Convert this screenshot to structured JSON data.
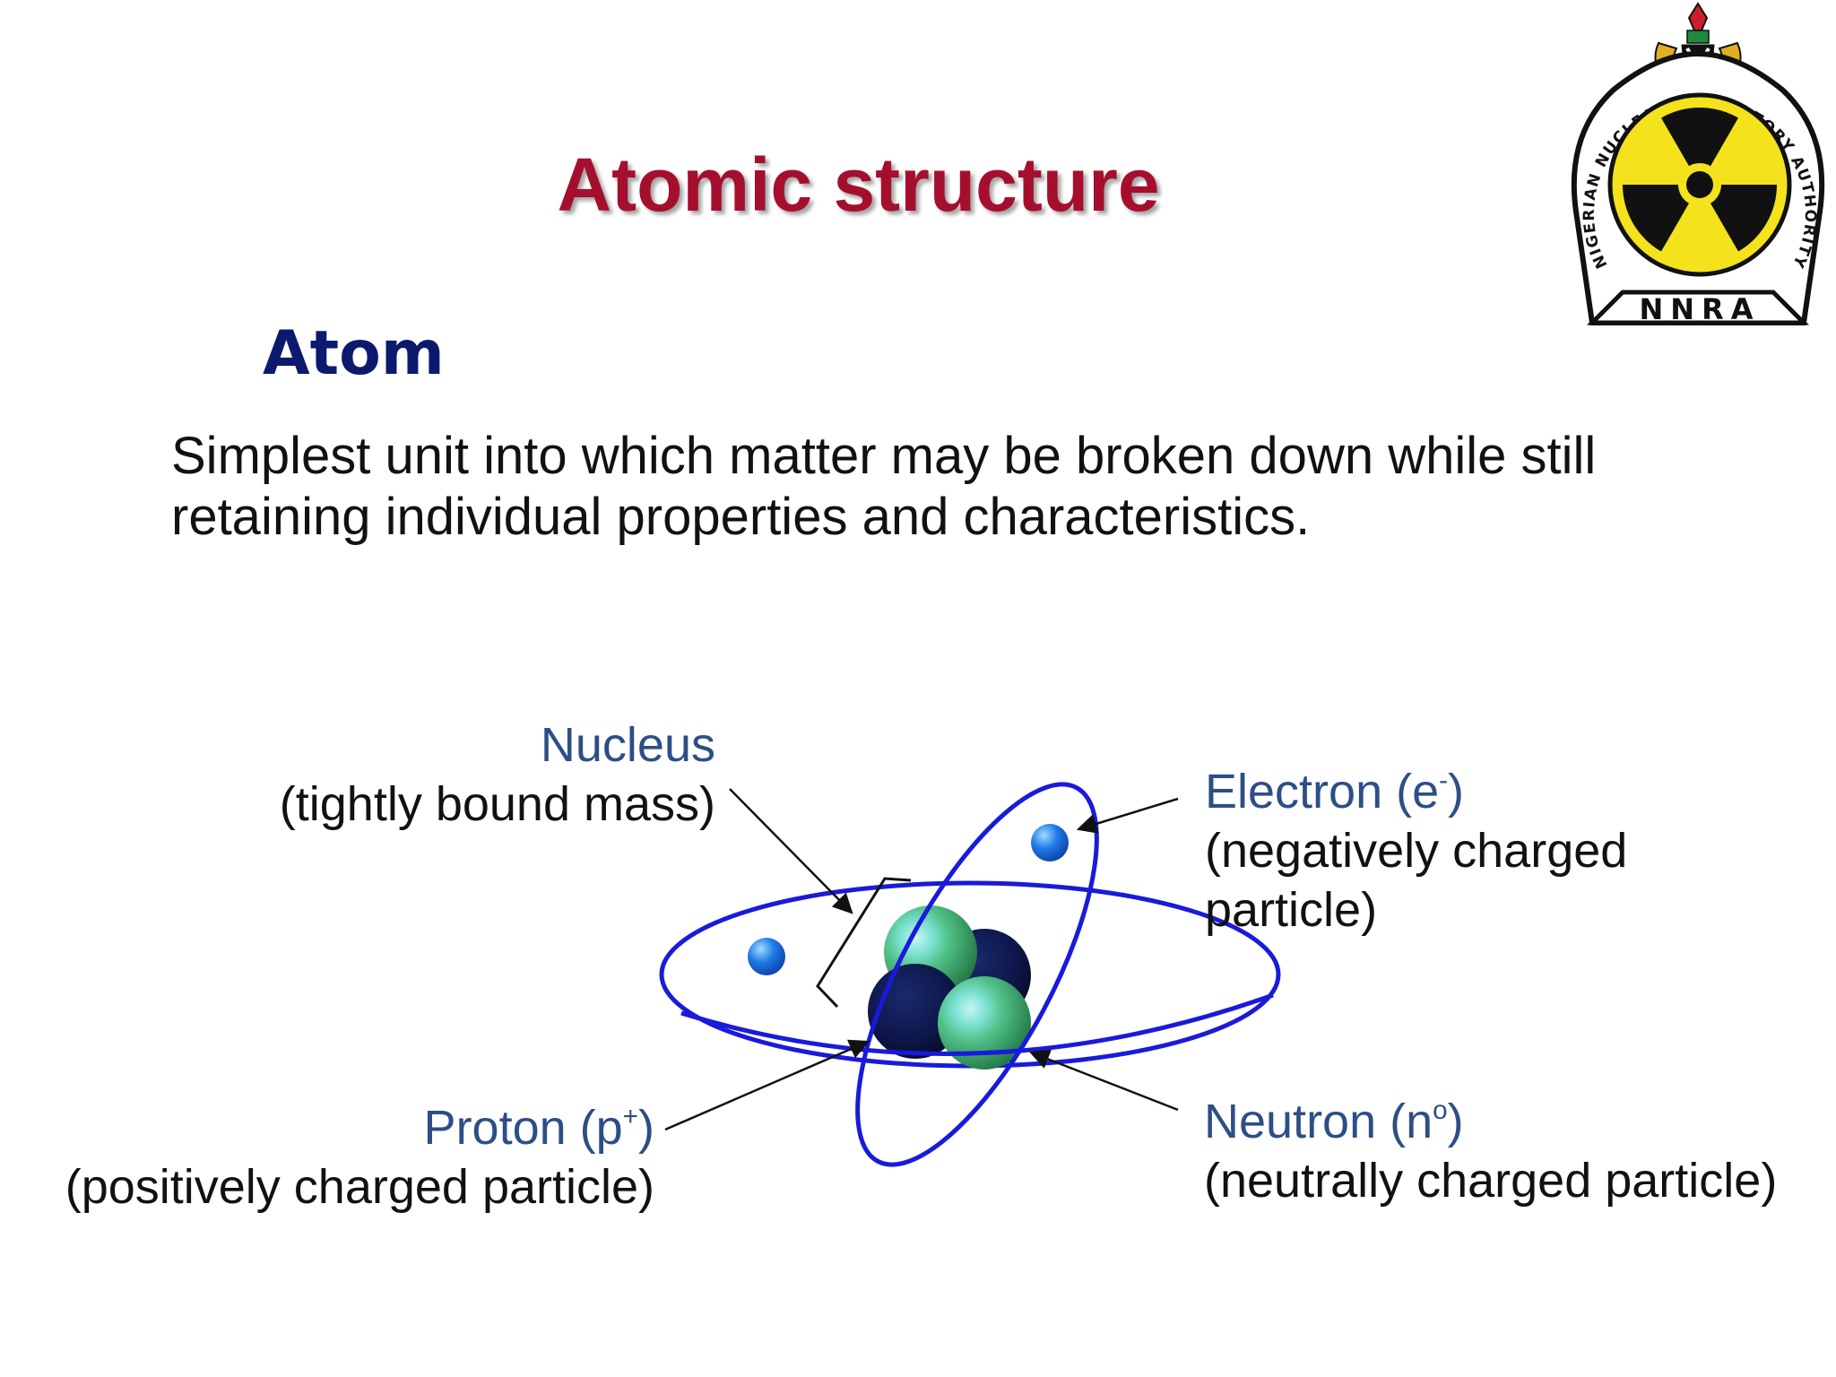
{
  "slide": {
    "title": "Atomic structure",
    "subtitle": "Atom",
    "definition": "Simplest unit into which matter may be broken down while still retaining individual properties and characteristics."
  },
  "logo": {
    "text": "NNRA",
    "ring_text": "NIGERIAN NUCLEAR REGULATORY AUTHORITY",
    "colors": {
      "yellow": "#f3e21c",
      "black": "#111111",
      "seal_red": "#c8202a",
      "seal_green": "#1f8a3c"
    }
  },
  "labels": {
    "nucleus": {
      "name": "Nucleus",
      "desc": "(tightly bound mass)"
    },
    "electron": {
      "name": "Electron (e",
      "sup": "-",
      "name_end": ")",
      "desc_1": "(negatively charged",
      "desc_2": "particle)"
    },
    "proton": {
      "name": "Proton (p",
      "sup": "+",
      "name_end": ")",
      "desc": "(positively charged particle)"
    },
    "neutron": {
      "name": "Neutron (n",
      "sup": "o",
      "name_end": ")",
      "desc": "(neutrally charged particle)"
    }
  },
  "colors": {
    "title": "#a50f2d",
    "subtitle": "#0c1a6e",
    "label_heading": "#2d4e86",
    "orbit": "#1a1adb",
    "electron": "#1e7be6",
    "proton": "#3aa867",
    "neutron": "#0d1548"
  },
  "icons": [
    "atom-diagram",
    "electron-sphere",
    "proton-sphere",
    "neutron-sphere",
    "radiation-trefoil-icon",
    "nigerian-coat-of-arms-icon"
  ]
}
